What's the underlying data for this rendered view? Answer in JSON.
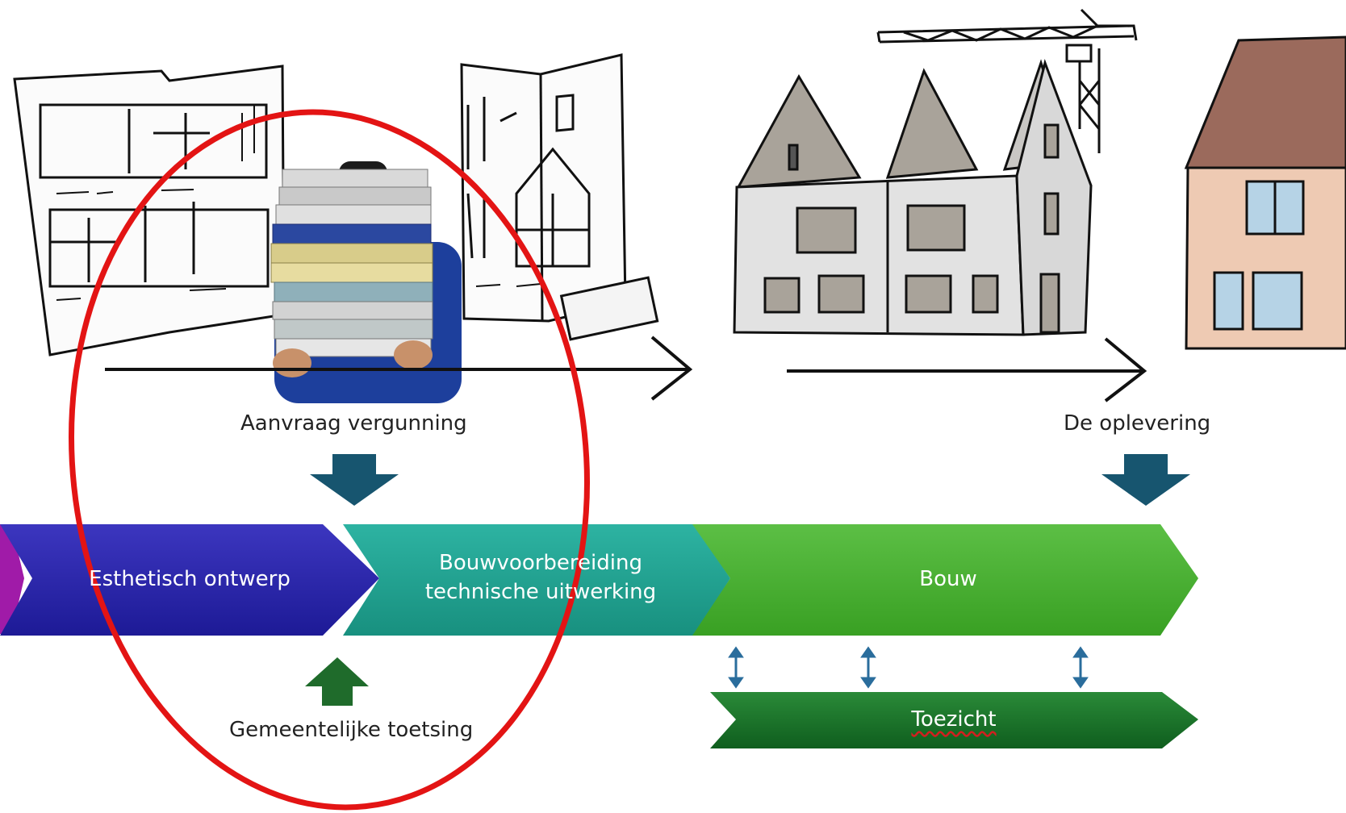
{
  "labels": {
    "aanvraag": "Aanvraag vergunning",
    "oplevering": "De oplevering",
    "gemeentelijk": "Gemeentelijke toetsing"
  },
  "steps": {
    "esthetisch": "Esthetisch ontwerp",
    "bouwvoorbereiding_line1": "Bouwvoorbereiding",
    "bouwvoorbereiding_line2": "technische uitwerking",
    "bouw": "Bouw",
    "toezicht": "Toezicht"
  },
  "colors": {
    "magenta": "#a01ba8",
    "blue": "#2b22a8",
    "teal": "#1fa391",
    "green": "#46ad2f",
    "dark_green": "#176f27",
    "down_arrow": "#17556f",
    "up_arrow": "#1f6b2b",
    "highlight_ellipse": "#e31414",
    "roof_gray": "#a9a39a",
    "roof_brown": "#9b6a5c",
    "wall_peach": "#eecab3",
    "window_blue": "#b6d3e6"
  }
}
